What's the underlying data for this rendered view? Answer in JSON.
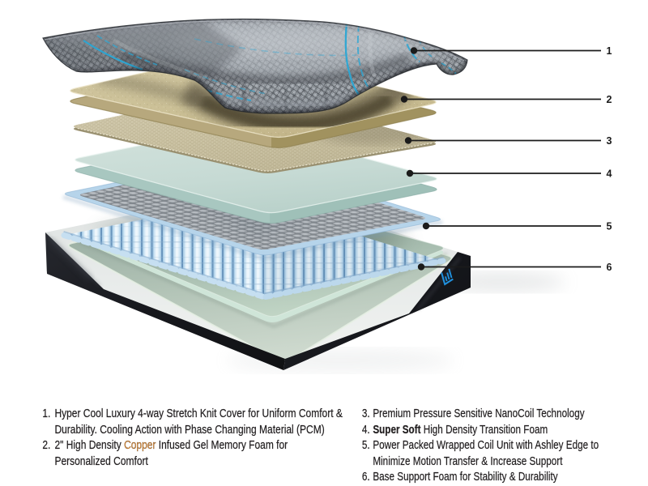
{
  "figure": {
    "description": "Exploded view diagram of mattress layers",
    "callout_color": "#1b1b1b",
    "copper_color": "#e08a2e",
    "logo_blue": "#2090dd"
  },
  "callouts": [
    {
      "number": "1"
    },
    {
      "number": "2"
    },
    {
      "number": "3"
    },
    {
      "number": "4"
    },
    {
      "number": "5"
    },
    {
      "number": "6"
    }
  ],
  "legend": {
    "left": [
      {
        "number": "1.",
        "text": "Hyper Cool Luxury 4-way Stretch Knit Cover for Uniform Comfort & Durability. Cooling Action with Phase Changing Material (PCM)"
      },
      {
        "number": "2.",
        "pre": "2\" High Density ",
        "highlight": "Copper",
        "post": " Infused Gel Memory Foam for Personalized Comfort"
      }
    ],
    "right": [
      {
        "number": "3.",
        "text": "Premium Pressure Sensitive NanoCoil Technology"
      },
      {
        "number": "4.",
        "bold": "Super Soft",
        "post": " High Density Transition Foam"
      },
      {
        "number": "5.",
        "text": "Power Packed Wrapped Coil Unit with Ashley Edge to Minimize Motion Transfer & Increase Support"
      },
      {
        "number": "6.",
        "text": "Base Support Foam for Stability & Durability"
      }
    ]
  }
}
